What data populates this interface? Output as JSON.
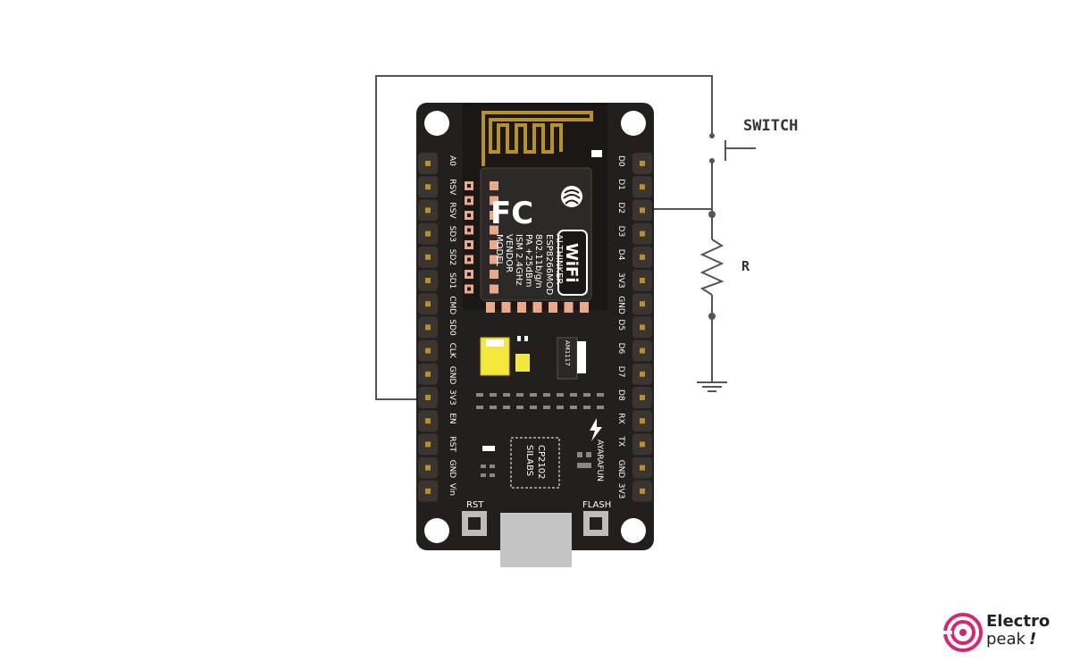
{
  "board": {
    "left_pins": [
      "A0",
      "RSV",
      "RSV",
      "SD3",
      "SD2",
      "SD1",
      "CMD",
      "SD0",
      "CLK",
      "GND",
      "3V3",
      "EN",
      "RST",
      "GND",
      "Vin"
    ],
    "right_pins": [
      "D0",
      "D1",
      "D2",
      "D3",
      "D4",
      "3V3",
      "GND",
      "D5",
      "D6",
      "D7",
      "D8",
      "RX",
      "TX",
      "GND",
      "3V3"
    ],
    "module_text": [
      "MODEL",
      "VENDOR",
      "ISM 2.4GHz",
      "PA +25dBm",
      "802.11b/g/n"
    ],
    "module_text2": [
      "ESP8266MOD",
      "AI-THINKER"
    ],
    "fcc_label": "FC",
    "wifi_label": "WiFi",
    "regulator_label": "AM1117",
    "usb_chip_label": [
      "SILABS",
      "CP2102"
    ],
    "maker_label": "AYARAFUN",
    "rst_label": "RST",
    "flash_label": "FLASH"
  },
  "circuit": {
    "switch_label": "SWITCH",
    "resistor_label": "R"
  },
  "brand": {
    "line1": "Electro",
    "line2": "peak",
    "mark": "!",
    "accent": "#d6266f"
  },
  "colors": {
    "pcb": "#231f1c",
    "pad": "#e9a98a",
    "wire": "#555555",
    "antenna": "#b8902a",
    "shield": "#c9c9c9",
    "usb": "#c4c4c4"
  }
}
